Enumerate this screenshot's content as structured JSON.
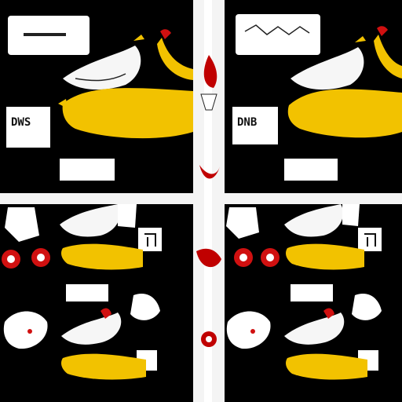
{
  "panels": [
    {
      "id": "top-left",
      "sign_text": "DWS",
      "sign_label": "DWS"
    },
    {
      "id": "top-right",
      "sign_text": "DNB",
      "sign_label": "DNB"
    },
    {
      "id": "bottom-left"
    },
    {
      "id": "bottom-right"
    }
  ],
  "colors": {
    "background": "#000000",
    "border": "#ffffff",
    "banana": "#f2c200",
    "accent_red": "#d01010"
  }
}
